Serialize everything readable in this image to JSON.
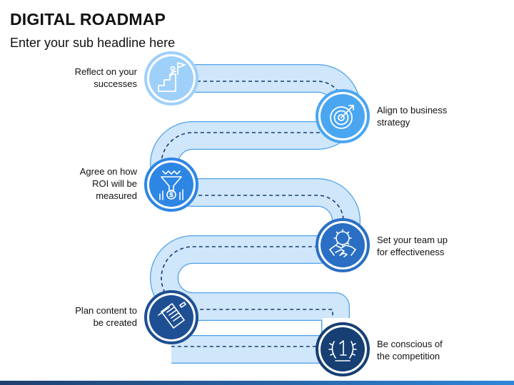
{
  "title": "DIGITAL ROADMAP",
  "subtitle": "Enter your sub headline here",
  "colors": {
    "road_fill": "#cfe6fb",
    "road_stroke": "#4ea2e8",
    "dash": "#1b3f6e",
    "bar_dark": "#1f3f6e",
    "bar_light": "#2f86d8"
  },
  "steps": [
    {
      "label_lines": [
        "Reflect on your",
        "successes"
      ],
      "icon": "mountain-flag-icon",
      "color": "#9fd0fa",
      "side": "left"
    },
    {
      "label_lines": [
        "Align to business",
        "strategy"
      ],
      "icon": "target-arrow-icon",
      "color": "#4aa6f1",
      "side": "right"
    },
    {
      "label_lines": [
        "Agree on how",
        "ROI will be",
        "measured"
      ],
      "icon": "funnel-dollar-icon",
      "color": "#2e86e4",
      "side": "left"
    },
    {
      "label_lines": [
        "Set your team up",
        "for effectiveness"
      ],
      "icon": "gear-handshake-icon",
      "color": "#2a6fc4",
      "side": "right"
    },
    {
      "label_lines": [
        "Plan content to",
        "be created"
      ],
      "icon": "document-pen-icon",
      "color": "#1f4f93",
      "side": "left"
    },
    {
      "label_lines": [
        "Be conscious of",
        "the competition"
      ],
      "icon": "laurel-medal-icon",
      "color": "#173f73",
      "side": "right"
    }
  ]
}
